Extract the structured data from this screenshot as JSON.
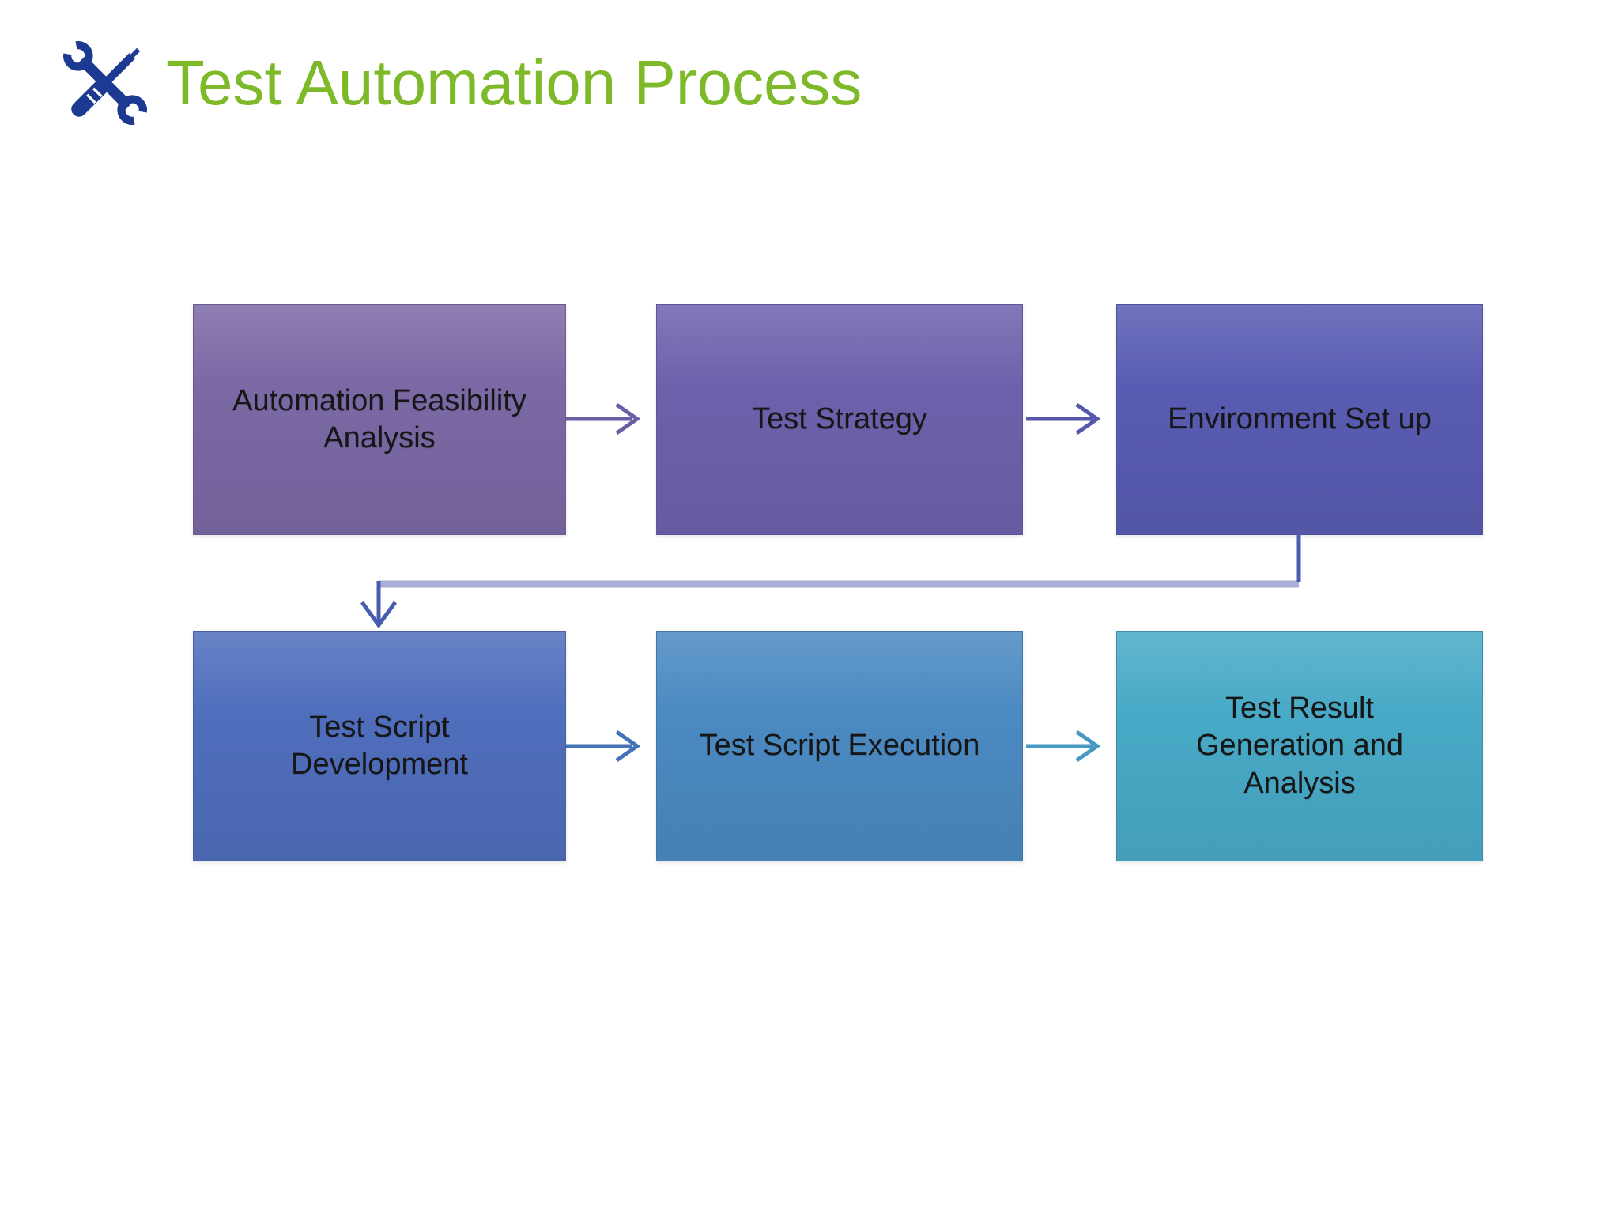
{
  "title": {
    "text": "Test Automation Process",
    "color": "#7db929",
    "icon": "crossed wrench and screwdriver",
    "icon_color": "#1d3a92"
  },
  "background_color": "#ffffff",
  "diagram": {
    "type": "flowchart",
    "rows": 2,
    "cols": 3,
    "steps": [
      {
        "order": 1,
        "label": "Automation Feasibility\nAnalysis",
        "fill": "#7b69a5",
        "text_color": "#161616"
      },
      {
        "order": 2,
        "label": "Test Strategy",
        "fill": "#6e61ac",
        "text_color": "#161616"
      },
      {
        "order": 3,
        "label": "Environment Set up",
        "fill": "#5a5cb3",
        "text_color": "#161616"
      },
      {
        "order": 4,
        "label": "Test Script\nDevelopment",
        "fill": "#4f6ebc",
        "text_color": "#161616"
      },
      {
        "order": 5,
        "label": "Test Script Execution",
        "fill": "#4b8ac2",
        "text_color": "#161616"
      },
      {
        "order": 6,
        "label": "Test Result\nGeneration and\nAnalysis",
        "fill": "#48aac7",
        "text_color": "#161616"
      }
    ],
    "connectors": [
      {
        "from": 1,
        "to": 2,
        "style": "arrow-right",
        "color": "#6a5fa5"
      },
      {
        "from": 2,
        "to": 3,
        "style": "arrow-right",
        "color": "#5857ae"
      },
      {
        "from": 3,
        "to": 4,
        "style": "elbow-down",
        "color": "#4a5cad",
        "elbow_color": "#a9aed8"
      },
      {
        "from": 4,
        "to": 5,
        "style": "arrow-right",
        "color": "#4473b8"
      },
      {
        "from": 5,
        "to": 6,
        "style": "arrow-right",
        "color": "#4799c4"
      }
    ]
  }
}
